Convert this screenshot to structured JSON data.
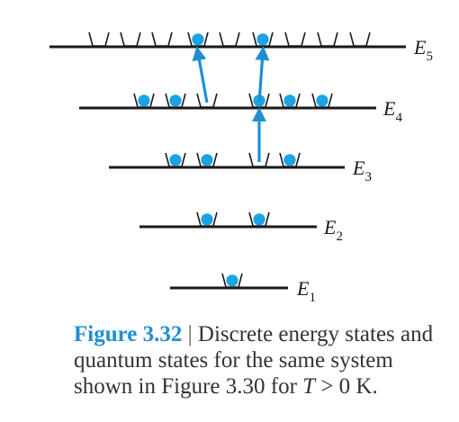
{
  "diagram": {
    "colors": {
      "line": "#1a1a1a",
      "particle": "#1aa3e6",
      "arrow": "#1f8fd1",
      "bucket": "#1a1a1a"
    },
    "levels": [
      {
        "id": "E1",
        "letter": "E",
        "sub": "1",
        "states": [
          1
        ]
      },
      {
        "id": "E2",
        "letter": "E",
        "sub": "2",
        "states": [
          1,
          1
        ]
      },
      {
        "id": "E3",
        "letter": "E",
        "sub": "3",
        "states": [
          1,
          1,
          0,
          1
        ]
      },
      {
        "id": "E4",
        "letter": "E",
        "sub": "4",
        "states": [
          1,
          1,
          0,
          1,
          1,
          1
        ]
      },
      {
        "id": "E5",
        "letter": "E",
        "sub": "5",
        "states": [
          0,
          0,
          0,
          1,
          0,
          1,
          0,
          0,
          0
        ]
      }
    ],
    "transitions": [
      {
        "from": "E4",
        "from_state": 2,
        "to": "E5",
        "to_state": 3
      },
      {
        "from": "E4",
        "from_state": 3,
        "to": "E5",
        "to_state": 5
      },
      {
        "from": "E3",
        "from_state": 2,
        "to": "E4",
        "to_state": 3
      }
    ]
  },
  "caption": {
    "figure_label": "Figure 3.32",
    "separator": "|",
    "text_before_T": "Discrete energy states and quantum states for the same system shown in Figure 3.30 for ",
    "T": "T",
    "text_after_T": " > 0 K."
  }
}
